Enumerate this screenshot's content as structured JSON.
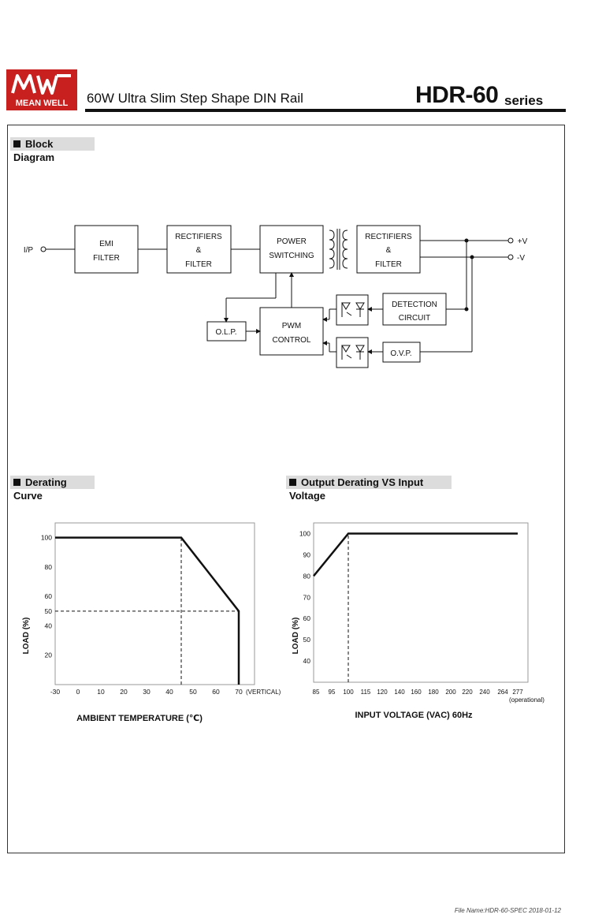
{
  "header": {
    "brand_top": "MW",
    "brand_name": "MEAN WELL",
    "subtitle": "60W  Ultra Slim Step Shape DIN Rail",
    "model": "HDR-60",
    "series": "series"
  },
  "colors": {
    "brand": "#c8201f",
    "ink": "#111111",
    "section_bg": "#dcdcdc"
  },
  "block_diagram": {
    "title": "Block Diagram",
    "input_label": "I/P",
    "emi_filter": [
      "EMI",
      "FILTER"
    ],
    "rect_filter_in": [
      "RECTIFIERS",
      "&",
      "FILTER"
    ],
    "power_switching": [
      "POWER",
      "SWITCHING"
    ],
    "rect_filter_out": [
      "RECTIFIERS",
      "&",
      "FILTER"
    ],
    "detection": [
      "DETECTION",
      "CIRCUIT"
    ],
    "olp": "O.L.P.",
    "pwm": [
      "PWM",
      "CONTROL"
    ],
    "ovp": "O.V.P.",
    "out_pos": "+V",
    "out_neg": "-V"
  },
  "charts": {
    "derating_curve": {
      "section_title": "Derating Curve",
      "chart_data": {
        "type": "line",
        "title": "Derating Curve",
        "xlabel": "AMBIENT TEMPERATURE (℃)",
        "ylabel": "LOAD (%)",
        "x_ticks": [
          "-30",
          "0",
          "10",
          "20",
          "30",
          "40",
          "50",
          "60",
          "70"
        ],
        "x_extra_label": "(VERTICAL)",
        "y_ticks": [
          "20",
          "40",
          "50",
          "60",
          "80",
          "100"
        ],
        "xlim": [
          -30,
          78
        ],
        "ylim": [
          0,
          110
        ],
        "series": [
          {
            "x": [
              -30,
              45,
              70,
              70
            ],
            "y": [
              100,
              100,
              50,
              0
            ]
          }
        ],
        "reference_lines": [
          {
            "x": [
              45,
              45
            ],
            "y": [
              0,
              100
            ]
          },
          {
            "x": [
              -30,
              70
            ],
            "y": [
              50,
              50
            ]
          }
        ]
      }
    },
    "input_derating": {
      "section_title": "Output Derating VS Input Voltage",
      "chart_data": {
        "type": "line",
        "title": "Output Derating VS Input Voltage",
        "xlabel": "INPUT VOLTAGE (VAC) 60Hz",
        "ylabel": "LOAD (%)",
        "x_ticks": [
          "85",
          "95",
          "100",
          "115",
          "120",
          "140",
          "160",
          "180",
          "200",
          "220",
          "240",
          "264",
          "277"
        ],
        "x_extra_label": "(operational)",
        "y_ticks": [
          "40",
          "50",
          "60",
          "70",
          "80",
          "90",
          "100"
        ],
        "ylim": [
          30,
          105
        ],
        "series": [
          {
            "x": [
              "85",
              "100",
              "277"
            ],
            "y": [
              80,
              100,
              100
            ]
          }
        ],
        "reference_lines": [
          {
            "x": [
              "100",
              "100"
            ],
            "y": [
              30,
              100
            ]
          }
        ]
      }
    }
  },
  "footer": {
    "text": "File Name:HDR-60-SPEC   2018-01-12"
  }
}
